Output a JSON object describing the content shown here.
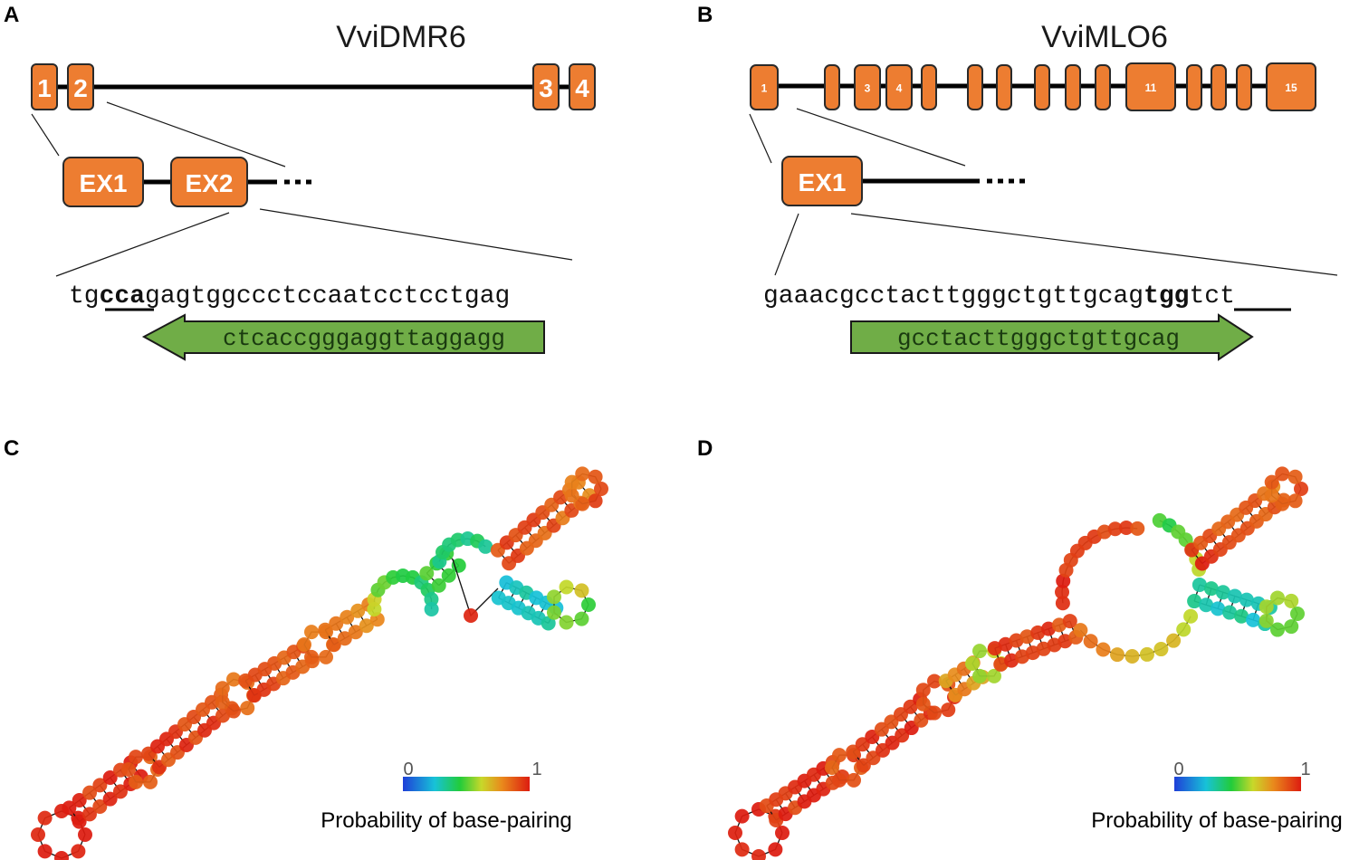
{
  "panels": {
    "A": {
      "label": "A",
      "gene": "VviDMR6",
      "exons": [
        "1",
        "2",
        "3",
        "4"
      ],
      "zoom_exons": [
        "EX1",
        "EX2"
      ],
      "sequence": {
        "pre": "tg",
        "pam": "cca",
        "post": "gagtggccctccaatcctcctgag"
      },
      "guide": "ctcaccgggaggttaggagg",
      "guide_direction": "reverse"
    },
    "B": {
      "label": "B",
      "gene": "VviMLO6",
      "exons": [
        "1",
        "",
        "3",
        "4",
        "",
        "",
        "",
        "",
        "",
        "",
        "11",
        "",
        "",
        "",
        "15"
      ],
      "zoom_exons": [
        "EX1"
      ],
      "sequence": {
        "pre": "gaaacgcctacttgggctgttgcag",
        "pam": "tgg",
        "post": "tct"
      },
      "guide": "gcctacttgggctgttgcag",
      "guide_direction": "forward"
    },
    "C": {
      "label": "C",
      "scale_min": "0",
      "scale_max": "1",
      "scale_title": "Probability of base-pairing"
    },
    "D": {
      "label": "D",
      "scale_min": "0",
      "scale_max": "1",
      "scale_title": "Probability of base-pairing"
    }
  },
  "colors": {
    "exon": "#ed7d31",
    "guide": "#70ad47",
    "low_probability": "#2166e0",
    "high_probability": "#e0200f"
  }
}
